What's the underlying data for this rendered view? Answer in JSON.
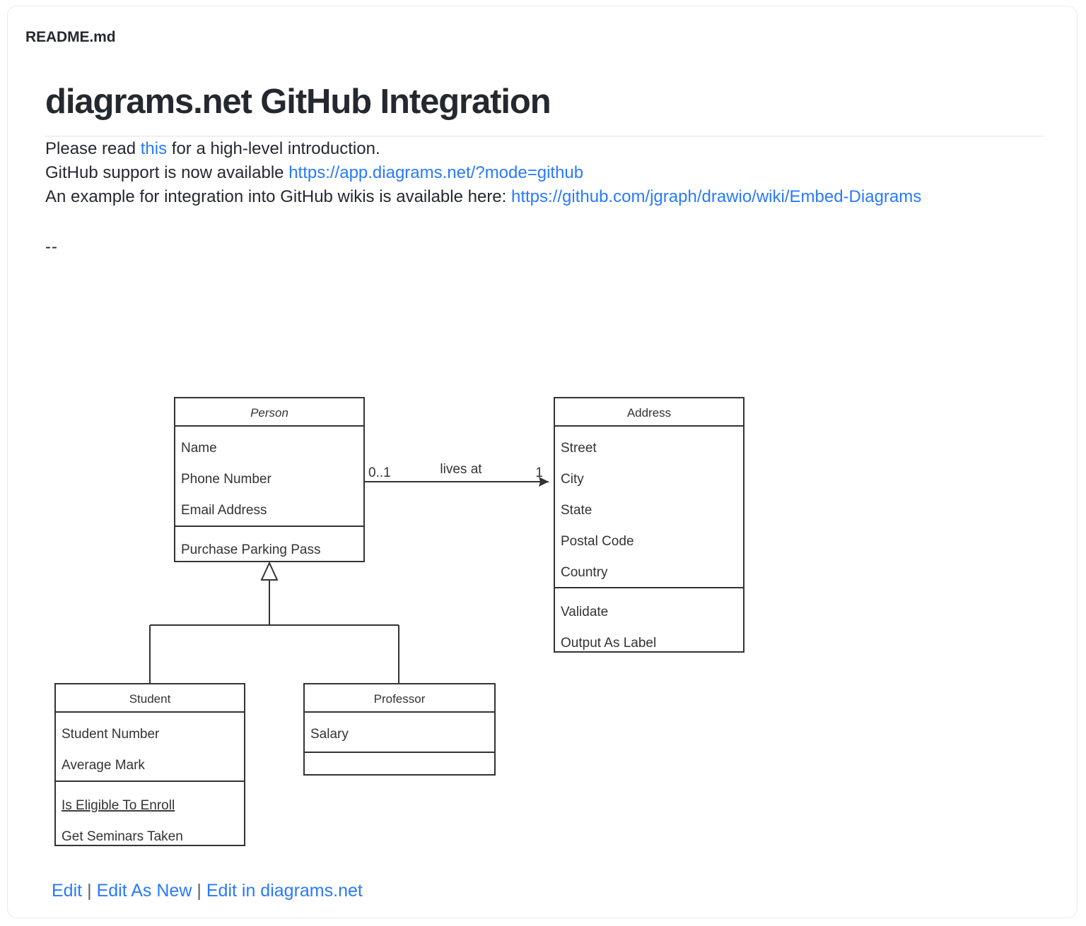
{
  "file": {
    "name": "README.md"
  },
  "document": {
    "title": "diagrams.net GitHub Integration",
    "paragraphs": [
      {
        "id": "intro",
        "segments": [
          {
            "type": "text",
            "text": "Please read "
          },
          {
            "type": "link",
            "text": "this"
          },
          {
            "type": "text",
            "text": " for a high-level introduction."
          }
        ]
      },
      {
        "id": "support",
        "segments": [
          {
            "type": "text",
            "text": "GitHub support is now available "
          },
          {
            "type": "link",
            "text": "https://app.diagrams.net/?mode=github"
          }
        ]
      },
      {
        "id": "wiki-example",
        "segments": [
          {
            "type": "text",
            "text": "An example for integration into GitHub wikis is available here: "
          },
          {
            "type": "link",
            "text": "https://github.com/jgraph/drawio/wiki/Embed-Diagrams"
          }
        ]
      }
    ],
    "divider_text": "--"
  },
  "diagram": {
    "type": "uml-class-diagram",
    "classes": [
      {
        "key": "person",
        "name": "Person",
        "abstract": true,
        "attributes": [
          "Name",
          "Phone Number",
          "Email Address"
        ],
        "methods": [
          "Purchase Parking Pass"
        ],
        "method_styles": [
          "normal"
        ]
      },
      {
        "key": "address",
        "name": "Address",
        "abstract": false,
        "attributes": [
          "Street",
          "City",
          "State",
          "Postal Code",
          "Country"
        ],
        "methods": [
          "Validate",
          "Output As Label"
        ],
        "method_styles": [
          "normal",
          "normal"
        ]
      },
      {
        "key": "student",
        "name": "Student",
        "abstract": false,
        "attributes": [
          "Student Number",
          "Average Mark"
        ],
        "methods": [
          "Is Eligible To Enroll",
          "Get Seminars Taken"
        ],
        "method_styles": [
          "underline",
          "normal"
        ]
      },
      {
        "key": "professor",
        "name": "Professor",
        "abstract": false,
        "attributes": [
          "Salary"
        ],
        "methods": [],
        "method_styles": []
      }
    ],
    "relations": [
      {
        "key": "lives-at",
        "kind": "association",
        "from": "person",
        "to": "address",
        "label": "lives at",
        "source_multiplicity": "0..1",
        "target_multiplicity": "1"
      },
      {
        "key": "student-generalization",
        "kind": "generalization",
        "from": "student",
        "to": "person"
      },
      {
        "key": "professor-generalization",
        "kind": "generalization",
        "from": "professor",
        "to": "person"
      }
    ]
  },
  "footer": {
    "edit_label": "Edit",
    "edit_as_new_label": "Edit As New",
    "edit_in_diagrams_label": "Edit in diagrams.net",
    "separator": "|"
  },
  "colors": {
    "link": "#2879ff",
    "text": "#24292f",
    "diagram_stroke": "#333333",
    "card_border": "#e7eaee",
    "rule": "#eef0f3"
  }
}
